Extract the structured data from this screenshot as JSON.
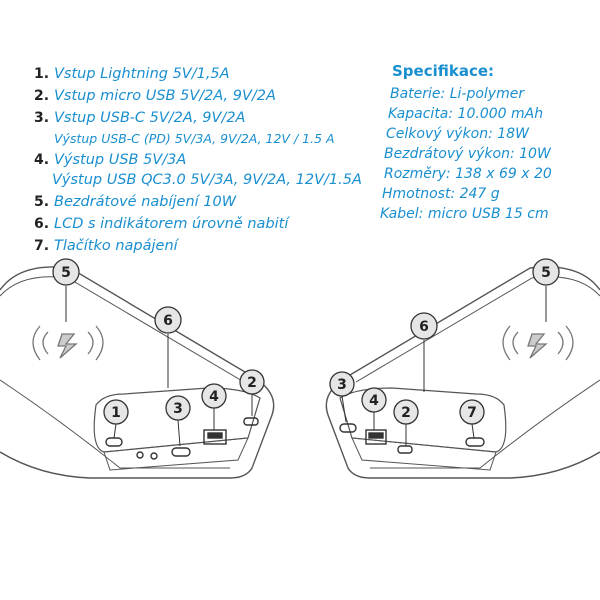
{
  "features": [
    {
      "num": "1.",
      "text": "Vstup Lightning 5V/1,5A"
    },
    {
      "num": "2.",
      "text": "Vstup micro USB 5V/2A, 9V/2A"
    },
    {
      "num": "3.",
      "text": "Vstup USB-C 5V/2A, 9V/2A"
    },
    {
      "num": "",
      "text": "Výstup USB-C (PD) 5V/3A, 9V/2A, 12V / 1.5 A"
    },
    {
      "num": "4.",
      "text": "Výstup USB 5V/3A"
    },
    {
      "num": "",
      "text": "Výstup USB QC3.0 5V/3A, 9V/2A, 12V/1.5A"
    },
    {
      "num": "5.",
      "text": "Bezdrátové nabíjení 10W"
    },
    {
      "num": "6.",
      "text": "LCD s indikátorem úrovně nabití"
    },
    {
      "num": "7.",
      "text": "Tlačítko napájení"
    }
  ],
  "spec": {
    "title": "Specifikace:",
    "rows": [
      "Baterie: Li-polymer",
      "Kapacita: 10.000 mAh",
      "Celkový výkon: 18W",
      "Bezdrátový výkon: 10W",
      "Rozměry: 138 x 69 x 20",
      "Hmotnost: 247 g",
      "Kabel: micro USB 15 cm"
    ]
  },
  "callouts": {
    "left": [
      "5",
      "6",
      "1",
      "3",
      "4",
      "2"
    ],
    "right": [
      "5",
      "6",
      "3",
      "4",
      "2",
      "7"
    ]
  },
  "icons": [
    "wireless-charging-icon",
    "usb-port-icon"
  ]
}
